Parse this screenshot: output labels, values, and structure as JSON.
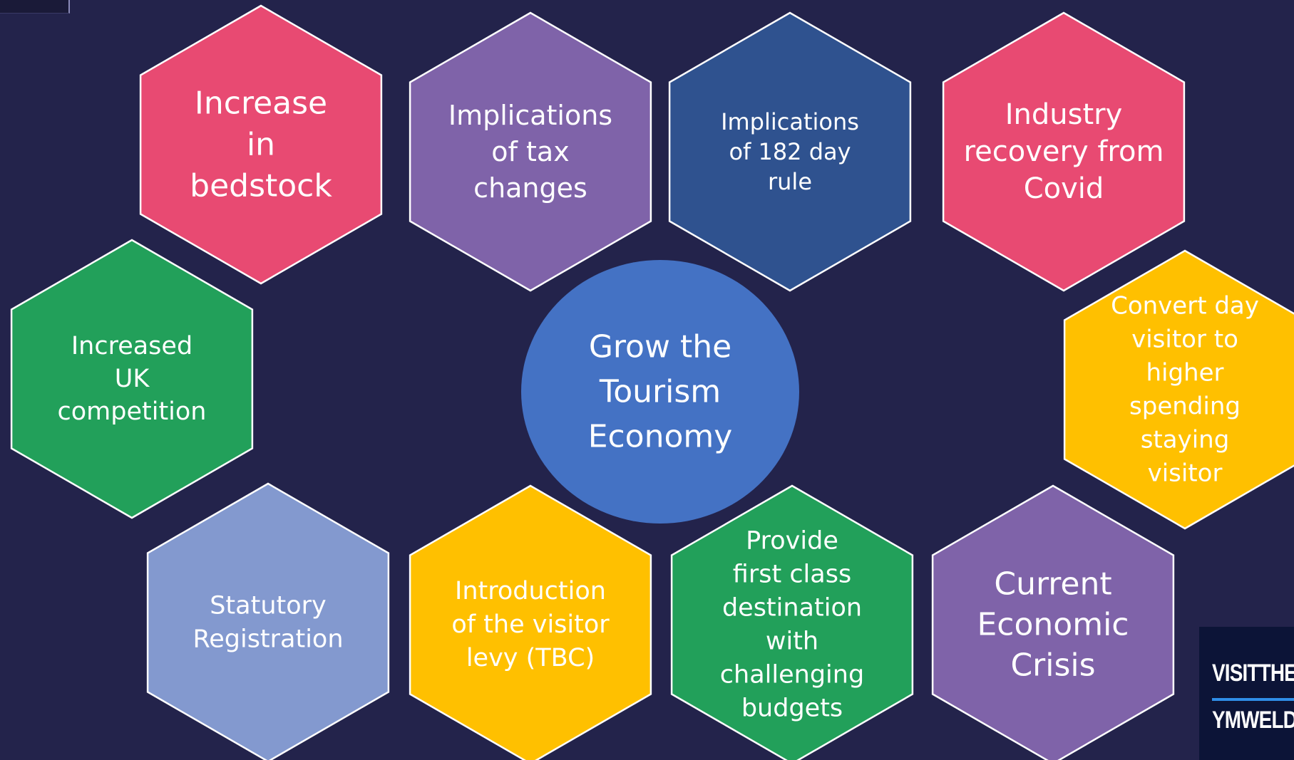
{
  "diagram": {
    "center": {
      "lines": [
        "Grow the",
        "Tourism",
        "Economy"
      ],
      "color": "#4472c4"
    },
    "nodes": [
      {
        "id": "bedstock",
        "lines": [
          "Increase",
          "in",
          "bedstock"
        ],
        "color": "#e84a72"
      },
      {
        "id": "tax",
        "lines": [
          "Implications",
          "of tax",
          "changes"
        ],
        "color": "#7f63a9"
      },
      {
        "id": "rule182",
        "lines": [
          "Implications",
          "of 182 day",
          "rule"
        ],
        "color": "#2f528f"
      },
      {
        "id": "covid",
        "lines": [
          "Industry",
          "recovery from",
          "Covid"
        ],
        "color": "#e84a72"
      },
      {
        "id": "competition",
        "lines": [
          "Increased",
          "UK",
          "competition"
        ],
        "color": "#22a05a"
      },
      {
        "id": "convert",
        "lines": [
          "Convert day",
          "visitor to",
          "higher",
          "spending",
          "staying",
          "visitor"
        ],
        "color": "#ffc000"
      },
      {
        "id": "registration",
        "lines": [
          "Statutory",
          "Registration"
        ],
        "color": "#8399cf"
      },
      {
        "id": "levy",
        "lines": [
          "Introduction",
          "of the visitor",
          "levy (TBC)"
        ],
        "color": "#ffc000"
      },
      {
        "id": "destination",
        "lines": [
          "Provide",
          "first class",
          "destination",
          "with",
          "challenging",
          "budgets"
        ],
        "color": "#22a05a"
      },
      {
        "id": "crisis",
        "lines": [
          "Current",
          "Economic",
          "Crisis"
        ],
        "color": "#7f63a9"
      }
    ]
  },
  "logo": {
    "line1": "VISITTHE",
    "line2": "YMWELD"
  },
  "colors": {
    "background": "#23234b",
    "node_outline": "#ffffff",
    "logo_background": "#0c1437",
    "logo_accent": "#2f8ee8"
  }
}
